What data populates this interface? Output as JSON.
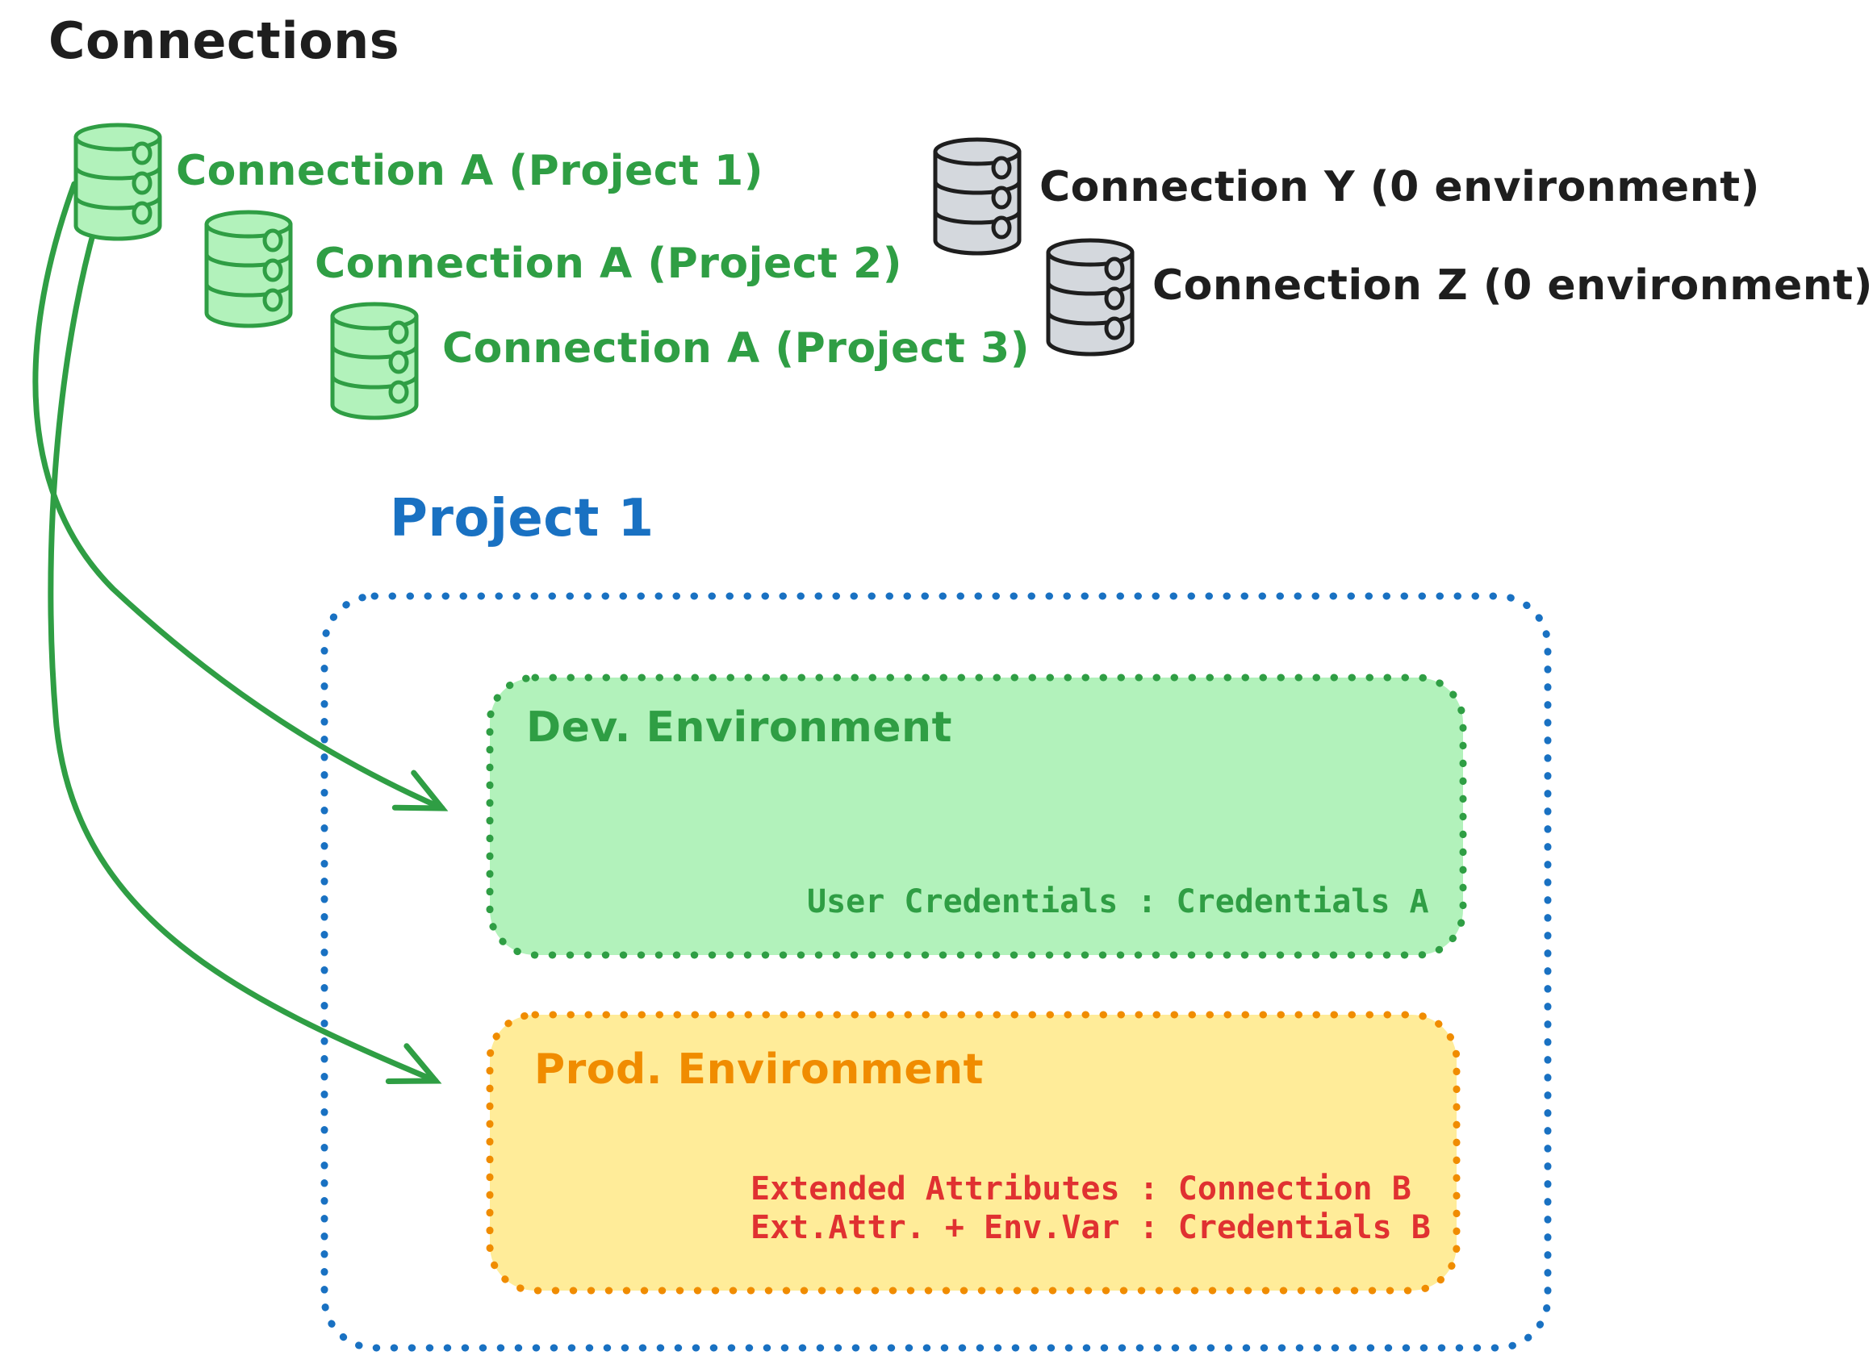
{
  "diagram": {
    "title": "Connections",
    "shared_connections": [
      {
        "label": "Connection A (Project 1)"
      },
      {
        "label": "Connection A (Project 2)"
      },
      {
        "label": "Connection A (Project 3)"
      }
    ],
    "unlinked_connections": [
      {
        "label": "Connection Y (0 environment)"
      },
      {
        "label": "Connection Z (0 environment)"
      }
    ],
    "project": {
      "title": "Project 1",
      "dev_environment": {
        "name": "Dev. Environment",
        "mapping": "User Credentials : Credentials A"
      },
      "prod_environment": {
        "name": "Prod. Environment",
        "mappings": [
          "Extended Attributes : Connection B",
          "Ext.Attr. + Env.Var : Credentials B"
        ]
      }
    },
    "icons": {
      "green_database": "database-icon",
      "gray_database": "database-icon",
      "arrow": "curved-arrow-icon"
    },
    "colors": {
      "text_dark": "#1e1e1e",
      "green_stroke": "#2f9e44",
      "green_fill": "#b2f2bb",
      "blue": "#1971c2",
      "orange": "#f08c00",
      "yellow_fill": "#ffec99",
      "red": "#e03131",
      "gray_fill": "#d4d8dd",
      "background": "#ffffff"
    }
  }
}
